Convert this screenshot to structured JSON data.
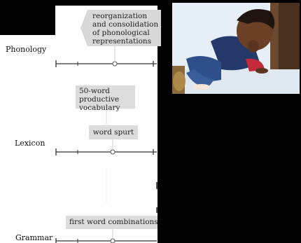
{
  "domains": {
    "phonology": "Phonology",
    "lexicon": "Lexicon",
    "grammar": "Grammar"
  },
  "milestones": {
    "phonology_reorg": "reorganization and consolidation of phonological representations",
    "vocab_50": "50-word productive vocabulary",
    "word_spurt": "word spurt",
    "first_combinations": "first word combinations"
  },
  "colors": {
    "background": "#000000",
    "page": "#ffffff",
    "box_fill": "#dcdcdc",
    "line": "#333333"
  },
  "photo": {
    "subject": "toddler-crawling-photo"
  }
}
